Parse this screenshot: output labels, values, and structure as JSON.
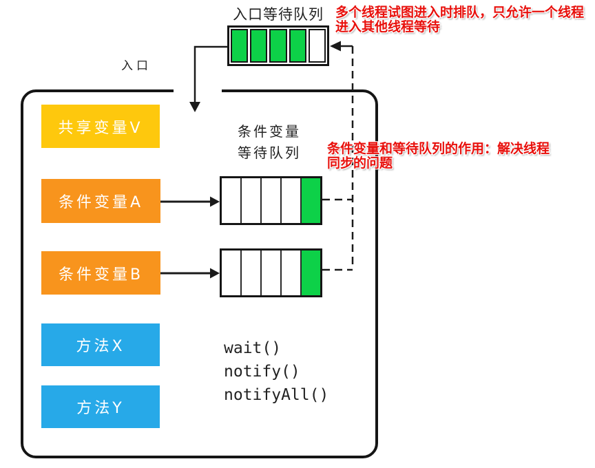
{
  "colors": {
    "green": "#0dd148",
    "yellow": "#fec80d",
    "orange": "#f8941d",
    "blue": "#27a9e8",
    "annotation_red": "#e8100c",
    "line_black": "#1a1a1a"
  },
  "entrance": {
    "queue_label": "入口等待队列",
    "entry_label": "入口",
    "queue_cells": [
      "green",
      "green",
      "green",
      "green",
      "white"
    ]
  },
  "annotation_top": {
    "line1": "多个线程试图进入时排队，只允许一个线程",
    "line2": "进入其他线程等待"
  },
  "annotation_condition": {
    "line1": "条件变量和等待队列的作用：解决线程",
    "line2": "同步的问题"
  },
  "monitor": {
    "shared_variable_label": "共享变量V",
    "condition_queue_label_line1": "条件变量",
    "condition_queue_label_line2": "等待队列",
    "condition_a": {
      "label": "条件变量A",
      "queue_cells": [
        "white",
        "white",
        "white",
        "white",
        "green"
      ]
    },
    "condition_b": {
      "label": "条件变量B",
      "queue_cells": [
        "white",
        "white",
        "white",
        "white",
        "green"
      ]
    },
    "method_x_label": "方法X",
    "method_y_label": "方法Y",
    "method_calls": [
      "wait()",
      "notify()",
      "notifyAll()"
    ]
  }
}
